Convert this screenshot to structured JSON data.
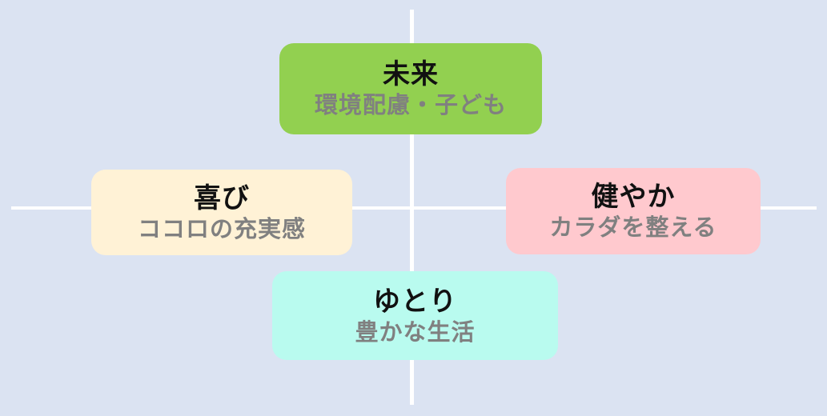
{
  "diagram": {
    "colors": {
      "background": "#dbe3f2",
      "axes": "#ffffff"
    },
    "cards": [
      {
        "position": "top",
        "title": "未来",
        "subtitle": "環境配慮・子ども",
        "color": "#92d050"
      },
      {
        "position": "left",
        "title": "喜び",
        "subtitle": "ココロの充実感",
        "color": "#fff2d6"
      },
      {
        "position": "right",
        "title": "健やか",
        "subtitle": "カラダを整える",
        "color": "#ffc9ce"
      },
      {
        "position": "bottom",
        "title": "ゆとり",
        "subtitle": "豊かな生活",
        "color": "#b9fbef"
      }
    ]
  }
}
